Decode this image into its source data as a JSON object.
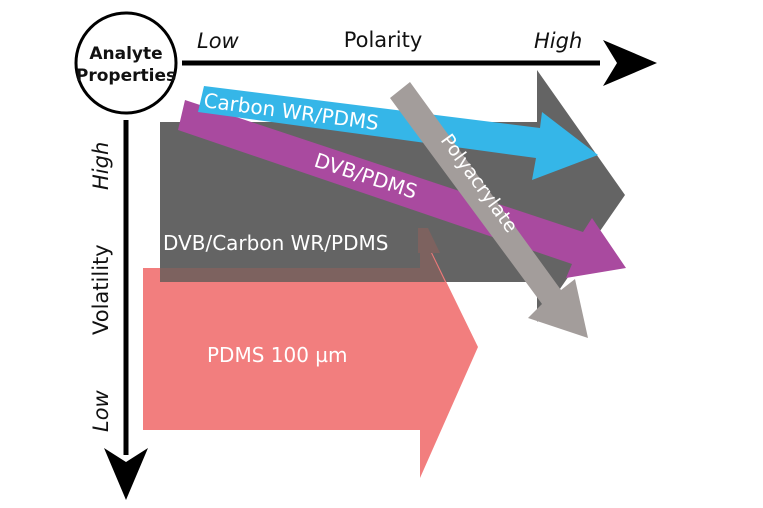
{
  "center_label": {
    "line1": "Analyte",
    "line2": "Properties"
  },
  "x_axis": {
    "title": "Polarity",
    "low_label": "Low",
    "high_label": "High"
  },
  "y_axis": {
    "title": "Volatility",
    "high_label": "High",
    "low_label": "Low"
  },
  "fibers": [
    {
      "id": "dvb-carbon-pdms",
      "label": "DVB/Carbon WR/PDMS",
      "color": "#646464"
    },
    {
      "id": "pdms-100",
      "label": "PDMS 100 µm",
      "color": "#f27a7a"
    },
    {
      "id": "dvb-pdms",
      "label": "DVB/PDMS",
      "color": "#a94a9f"
    },
    {
      "id": "carbon-pdms",
      "label": "Carbon WR/PDMS",
      "color": "#35b6e8"
    },
    {
      "id": "polyacrylate",
      "label": "Polyacrylate",
      "color": "#a39d9b"
    }
  ],
  "colors": {
    "axis": "#000000",
    "background": "#ffffff"
  }
}
